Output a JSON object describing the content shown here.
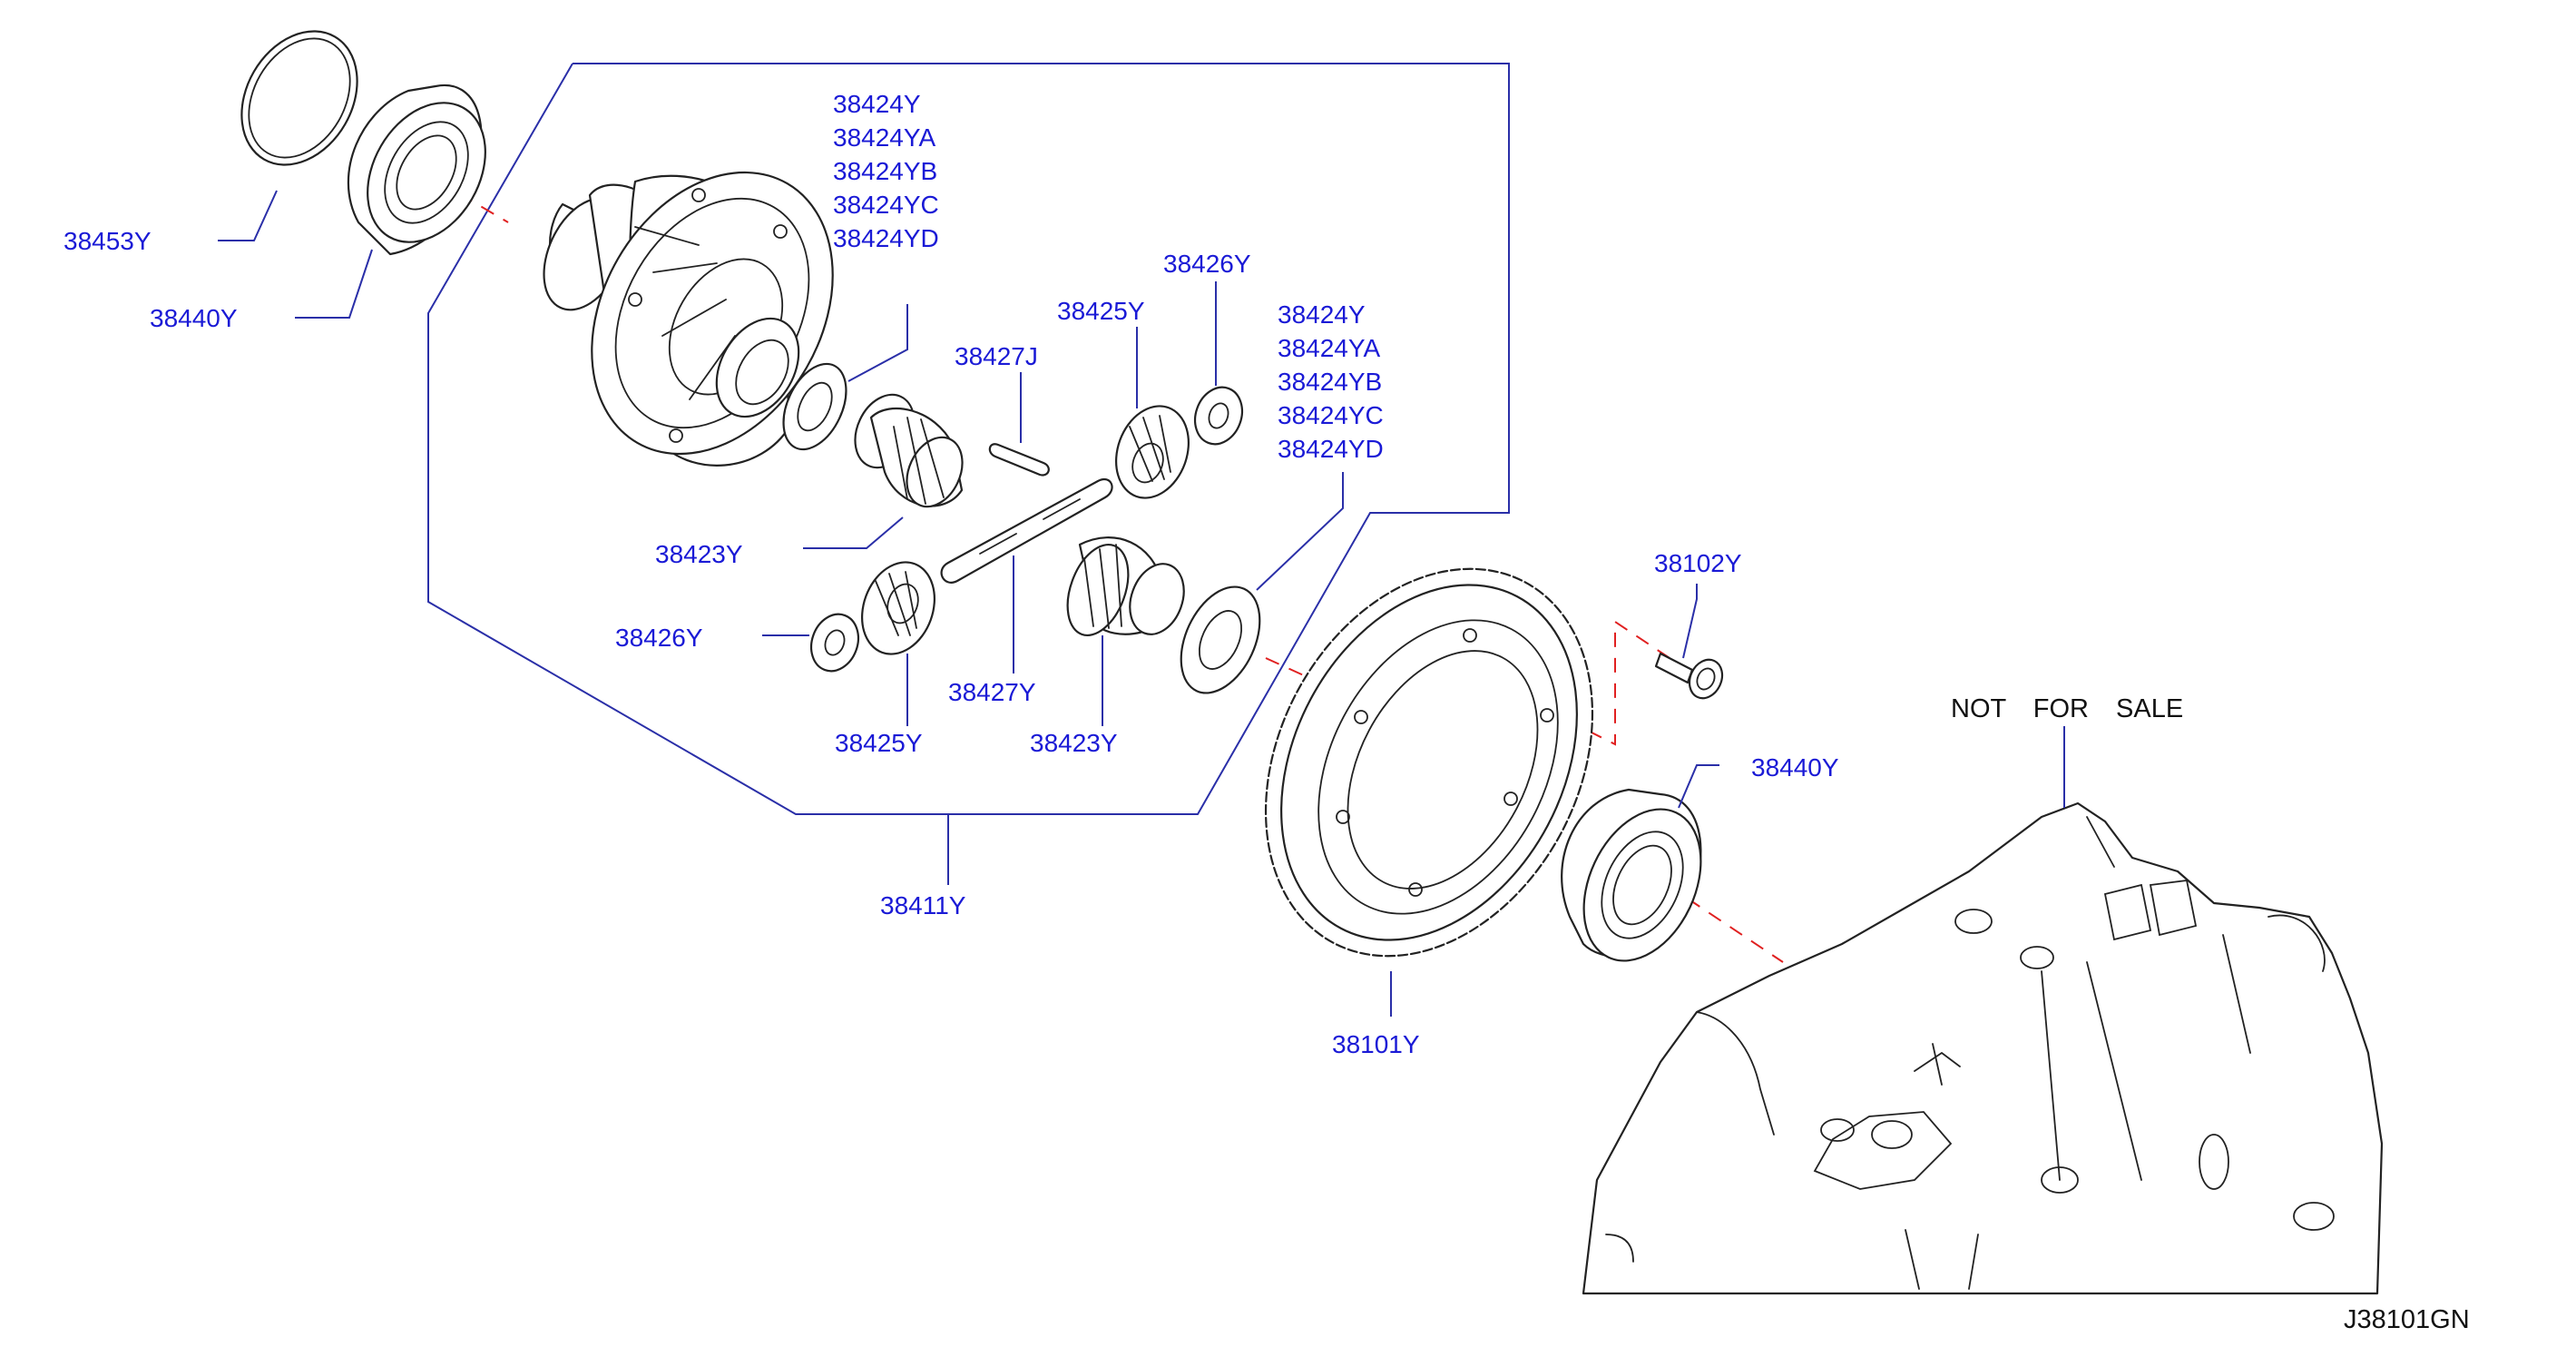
{
  "diagram_code": "J38101GN",
  "watermark": "NOT FOR SALE",
  "labels": {
    "p38453Y": "38453Y",
    "p38440Y_left": "38440Y",
    "p38424_group1": [
      "38424Y",
      "38424YA",
      "38424YB",
      "38424YC",
      "38424YD"
    ],
    "p38427J": "38427J",
    "p38425Y_top": "38425Y",
    "p38426Y_top": "38426Y",
    "p38424_group2": [
      "38424Y",
      "38424YA",
      "38424YB",
      "38424YC",
      "38424YD"
    ],
    "p38423Y_left": "38423Y",
    "p38426Y_left": "38426Y",
    "p38427Y": "38427Y",
    "p38425Y_bottom": "38425Y",
    "p38423Y_bottom": "38423Y",
    "p38411Y": "38411Y",
    "p38102Y": "38102Y",
    "p38440Y_right": "38440Y",
    "p38101Y": "38101Y"
  },
  "colors": {
    "label_text": "#1a1ad6",
    "leader_line": "#2a2fa8",
    "center_line": "#e02020",
    "part_outline": "#222222"
  }
}
